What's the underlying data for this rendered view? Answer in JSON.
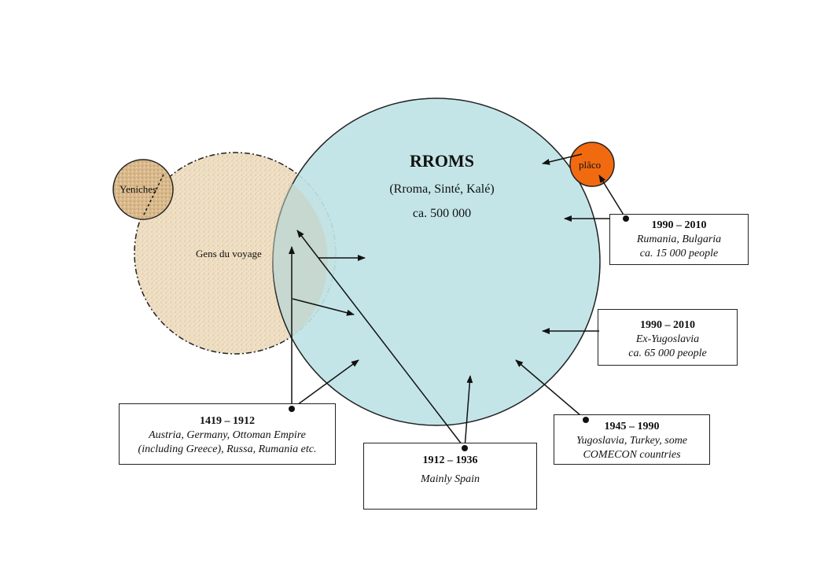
{
  "main_group": {
    "title": "RROMS",
    "subtitle": "(Rroma, Sinté, Kalé)",
    "population": "ca. 500 000",
    "color": "#bfe3e6"
  },
  "side_groups": {
    "gens_du_voyage": {
      "label": "Gens du voyage",
      "color": "#efe0c6"
    },
    "yeniches": {
      "label": "Yeniches",
      "color": "#d9b98c"
    },
    "placo": {
      "label": "plâco",
      "color": "#f26a10"
    }
  },
  "migrations": [
    {
      "id": "1990-2010-rumania",
      "date": "1990 – 2010",
      "lines": [
        "Rumania, Bulgaria",
        "ca. 15 000 people"
      ]
    },
    {
      "id": "1990-2010-yugoslavia",
      "date": "1990 – 2010",
      "lines": [
        "Ex-Yugoslavia",
        "ca. 65 000 people"
      ]
    },
    {
      "id": "1945-1990",
      "date": "1945 – 1990",
      "lines": [
        "Yugoslavia, Turkey, some",
        "COMECON countries"
      ]
    },
    {
      "id": "1912-1936",
      "date": "1912 – 1936",
      "lines": [
        "Mainly Spain"
      ]
    },
    {
      "id": "1419-1912",
      "date": "1419 – 1912",
      "lines": [
        "Austria, Germany, Ottoman Empire",
        "(including Greece), Russa, Rumania etc."
      ]
    }
  ]
}
